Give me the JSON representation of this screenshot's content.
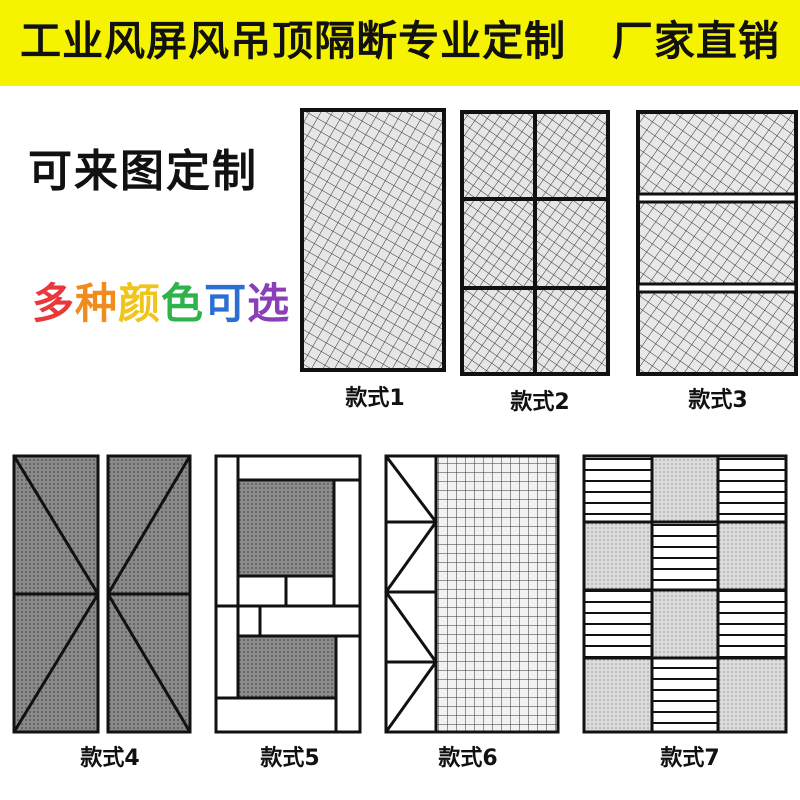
{
  "banner": {
    "title": "工业风屏风吊顶隔断专业定制",
    "tagline": "厂家直销",
    "bg_color": "#f6f300"
  },
  "custom_drawing": "可来图定制",
  "color_options": {
    "chars": [
      "多",
      "种",
      "颜",
      "色",
      "可",
      "选"
    ],
    "colors": [
      "#e8383b",
      "#f08c1e",
      "#f0c419",
      "#2db34a",
      "#2a6fd1",
      "#8a3fb8"
    ]
  },
  "styles": [
    {
      "label": "款式1"
    },
    {
      "label": "款式2"
    },
    {
      "label": "款式3"
    },
    {
      "label": "款式4"
    },
    {
      "label": "款式5"
    },
    {
      "label": "款式6"
    },
    {
      "label": "款式7"
    }
  ]
}
